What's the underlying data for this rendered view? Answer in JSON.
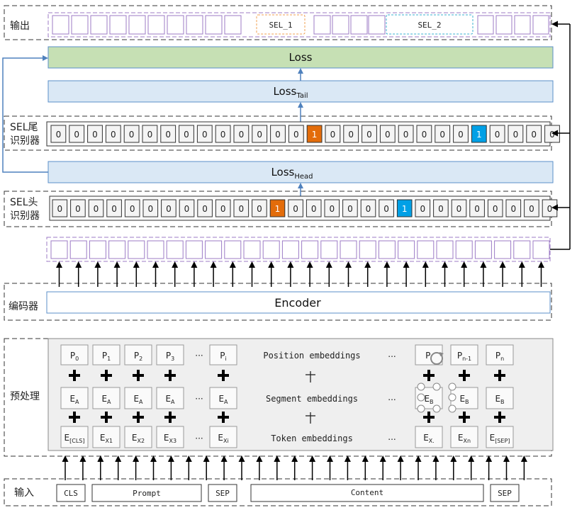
{
  "labels": {
    "output": "输出",
    "tail_recognizer": [
      "SEL尾",
      "识别器"
    ],
    "head_recognizer": [
      "SEL头",
      "识别器"
    ],
    "encoder_section": "编码器",
    "preprocess": "预处理",
    "input": "输入"
  },
  "output_spans": [
    "SEL_1",
    "SEL_2"
  ],
  "loss": {
    "total": "Loss",
    "tail_main": "Loss",
    "tail_sub": "Tail",
    "head_main": "Loss",
    "head_sub": "Head"
  },
  "encoder_label": "Encoder",
  "tail_vector": [
    "0",
    "0",
    "0",
    "0",
    "0",
    "0",
    "0",
    "0",
    "0",
    "0",
    "0",
    "0",
    "0",
    "0",
    "1",
    "0",
    "0",
    "0",
    "0",
    "0",
    "0",
    "0",
    "0",
    "1",
    "0",
    "0",
    "0",
    "0"
  ],
  "tail_highlights": {
    "14": "orange",
    "23": "blue"
  },
  "head_vector": [
    "0",
    "0",
    "0",
    "0",
    "0",
    "0",
    "0",
    "0",
    "0",
    "0",
    "0",
    "0",
    "1",
    "0",
    "0",
    "0",
    "0",
    "0",
    "0",
    "1",
    "0",
    "0",
    "0",
    "0",
    "0",
    "0",
    "0",
    "0"
  ],
  "head_highlights": {
    "12": "orange",
    "19": "blue"
  },
  "embeddings": {
    "position_row": [
      {
        "main": "P",
        "sub": "0"
      },
      {
        "main": "P",
        "sub": "1"
      },
      {
        "main": "P",
        "sub": "2"
      },
      {
        "main": "P",
        "sub": "3"
      },
      {
        "main": "P",
        "sub": "i"
      },
      {
        "main": "P",
        "sub": "."
      },
      {
        "main": "P",
        "sub": "n-1"
      },
      {
        "main": "P",
        "sub": "n"
      }
    ],
    "segment_row": [
      {
        "main": "E",
        "sub": "A"
      },
      {
        "main": "E",
        "sub": "A"
      },
      {
        "main": "E",
        "sub": "A"
      },
      {
        "main": "E",
        "sub": "A"
      },
      {
        "main": "E",
        "sub": "A"
      },
      {
        "main": "E",
        "sub": "B"
      },
      {
        "main": "E",
        "sub": "B"
      },
      {
        "main": "E",
        "sub": "B"
      }
    ],
    "token_row": [
      {
        "main": "E",
        "sub": "[CLS]"
      },
      {
        "main": "E",
        "sub": "X1"
      },
      {
        "main": "E",
        "sub": "X2"
      },
      {
        "main": "E",
        "sub": "X3"
      },
      {
        "main": "E",
        "sub": "Xi"
      },
      {
        "main": "E",
        "sub": "X."
      },
      {
        "main": "E",
        "sub": "Xn"
      },
      {
        "main": "E",
        "sub": "[SEP]"
      }
    ],
    "position_label": "Position embeddings",
    "segment_label": "Segment embeddings",
    "token_label": "Token embeddings",
    "ellipsis": "···",
    "ellipsis_mid": "..."
  },
  "inputs": [
    "CLS",
    "Prompt",
    "SEP",
    "Content",
    "SEP"
  ],
  "colors": {
    "loss_green": "#c6e0b4",
    "loss_blue": "#dae8f5",
    "blue_border": "#5b8fc9",
    "orange": "#e36c0a",
    "highlight_blue": "#00a0e6",
    "purple": "#9c7bc6",
    "sel1_border": "#f0a050",
    "sel2_border": "#3bb0d0",
    "arrow_blue": "#4f81bd"
  }
}
